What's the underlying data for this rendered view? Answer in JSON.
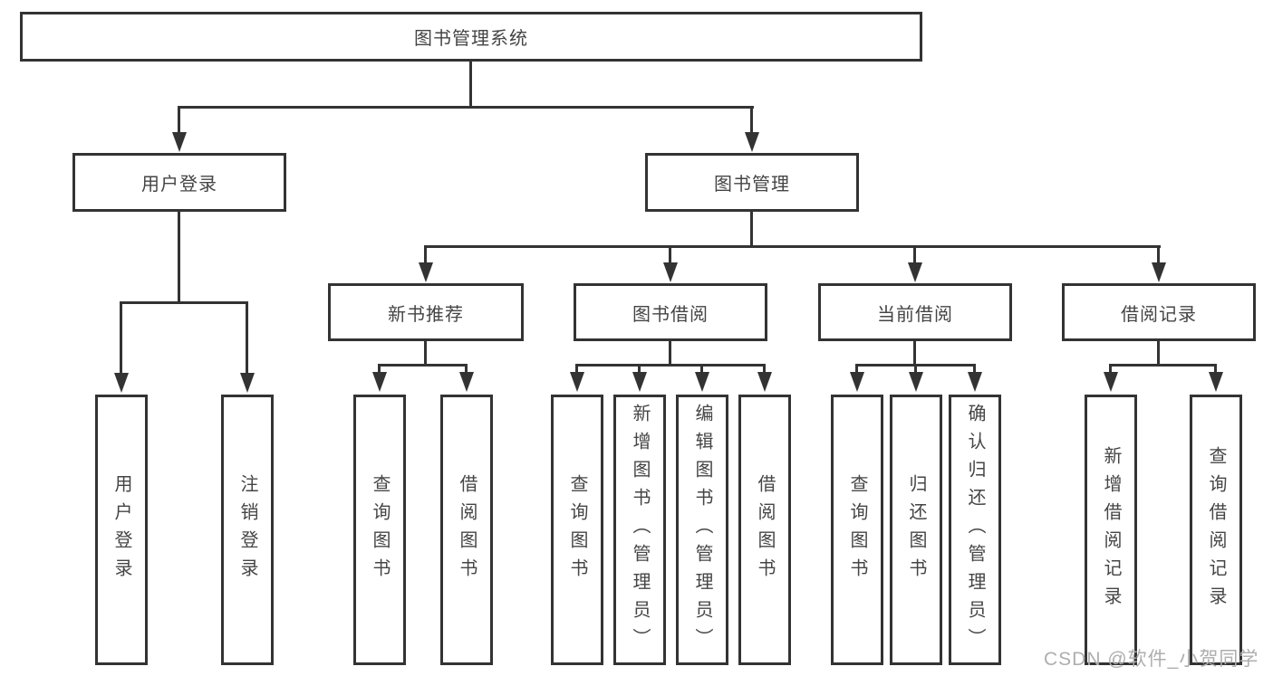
{
  "diagram": {
    "root": "图书管理系统",
    "branches": [
      {
        "label": "用户登录",
        "children": [
          {
            "label": "用户登录"
          },
          {
            "label": "注销登录"
          }
        ]
      },
      {
        "label": "图书管理",
        "children": [
          {
            "label": "新书推荐",
            "children": [
              {
                "label": "查询图书"
              },
              {
                "label": "借阅图书"
              }
            ]
          },
          {
            "label": "图书借阅",
            "children": [
              {
                "label": "查询图书"
              },
              {
                "label": "新增图书（管理员）"
              },
              {
                "label": "编辑图书（管理员）"
              },
              {
                "label": "借阅图书"
              }
            ]
          },
          {
            "label": "当前借阅",
            "children": [
              {
                "label": "查询图书"
              },
              {
                "label": "归还图书"
              },
              {
                "label": "确认归还（管理员）"
              }
            ]
          },
          {
            "label": "借阅记录",
            "children": [
              {
                "label": "新增借阅记录"
              },
              {
                "label": "查询借阅记录"
              }
            ]
          }
        ]
      }
    ]
  },
  "watermark": {
    "text": "CSDN @软件_小贺同学"
  },
  "colors": {
    "line": "#333333",
    "text": "#454545",
    "background": "#ffffff",
    "watermark": "#aeaeae"
  }
}
